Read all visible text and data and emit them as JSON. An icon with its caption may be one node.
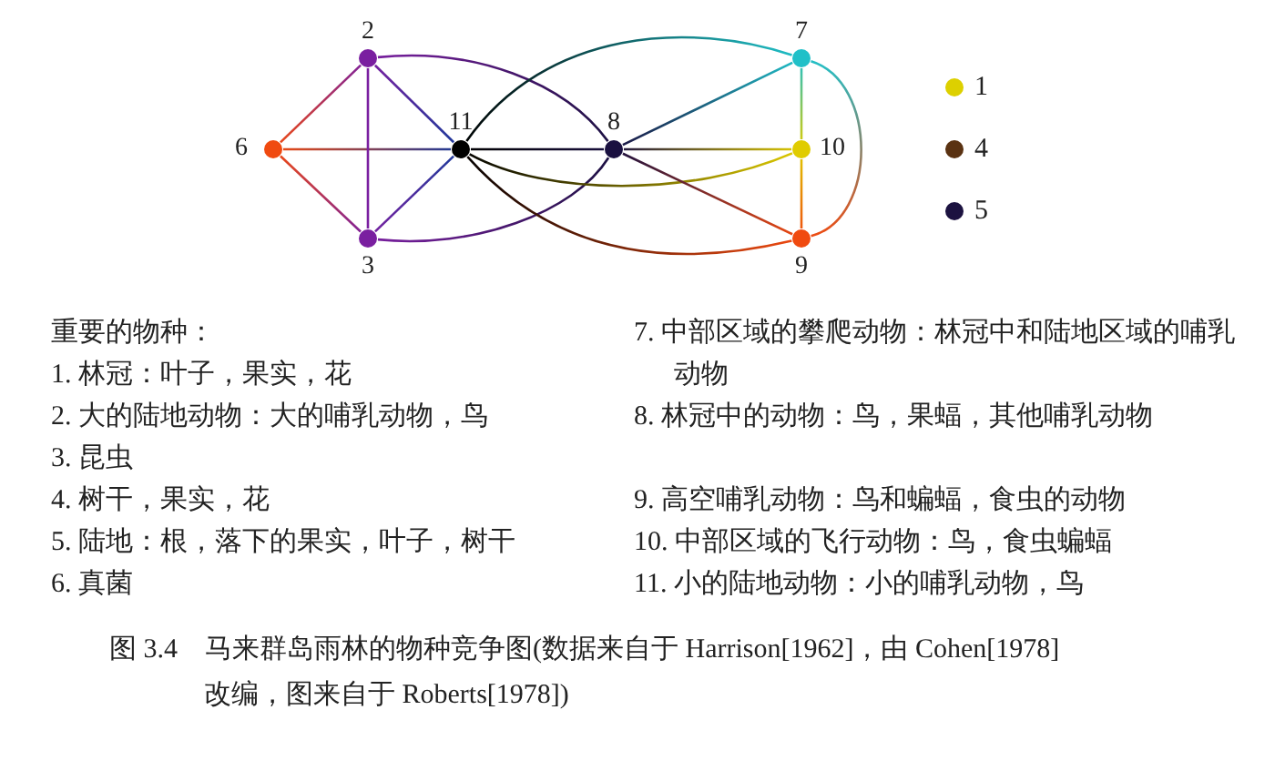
{
  "diagram": {
    "caption": "图 3.4　马来群岛雨林的物种竞争图(数据来自于 Harrison[1962]，由 Cohen[1978]改编，图来自于 Roberts[1978])",
    "nodes": [
      {
        "text": [],
        "shape": "circle",
        "beside": [
          "6"
        ]
      },
      {
        "text": [],
        "shape": "circle",
        "beside": [
          "2"
        ]
      },
      {
        "text": [],
        "shape": "circle",
        "beside": [
          "3"
        ]
      },
      {
        "text": [],
        "shape": "circle",
        "beside": [
          "11"
        ]
      },
      {
        "text": [],
        "shape": "circle",
        "beside": [
          "8"
        ]
      },
      {
        "text": [],
        "shape": "circle",
        "beside": [
          "7"
        ]
      },
      {
        "text": [],
        "shape": "circle",
        "beside": [
          "10"
        ]
      },
      {
        "text": [],
        "shape": "circle",
        "beside": [
          "9"
        ]
      }
    ],
    "edges": [
      {
        "from": 0,
        "to": 1,
        "arrow": "none"
      },
      {
        "from": 0,
        "to": 2,
        "arrow": "none"
      },
      {
        "from": 0,
        "to": 3,
        "arrow": "none"
      },
      {
        "from": 1,
        "to": 2,
        "arrow": "none"
      },
      {
        "from": 1,
        "to": 3,
        "arrow": "none"
      },
      {
        "from": 2,
        "to": 3,
        "arrow": "none"
      },
      {
        "from": 1,
        "to": 4,
        "arrow": "none"
      },
      {
        "from": 2,
        "to": 4,
        "arrow": "none"
      },
      {
        "from": 3,
        "to": 4,
        "arrow": "none"
      },
      {
        "from": 3,
        "to": 5,
        "arrow": "none"
      },
      {
        "from": 3,
        "to": 6,
        "arrow": "none"
      },
      {
        "from": 3,
        "to": 7,
        "arrow": "none"
      },
      {
        "from": 4,
        "to": 5,
        "arrow": "none"
      },
      {
        "from": 4,
        "to": 6,
        "arrow": "none"
      },
      {
        "from": 4,
        "to": 7,
        "arrow": "none"
      },
      {
        "from": 5,
        "to": 6,
        "arrow": "none"
      },
      {
        "from": 6,
        "to": 7,
        "arrow": "none"
      },
      {
        "from": 5,
        "to": 7,
        "arrow": "none"
      }
    ],
    "labels": [
      "重要的物种：",
      "1. 林冠：叶子，果实，花",
      "2. 大的陆地动物：大的哺乳动物，鸟",
      "3. 昆虫",
      "4. 树干，果实，花",
      "5. 陆地：根，落下的果实，叶子，树干",
      "6. 真菌",
      "7. 中部区域的攀爬动物：林冠中和陆地区域的哺乳动物",
      "8. 林冠中的动物：鸟，果蝠，其他哺乳动物",
      "9. 高空哺乳动物：鸟和蝙蝠，食虫的动物",
      "10. 中部区域的飞行动物：鸟，食虫蝙蝠",
      "11. 小的陆地动物：小的哺乳动物，鸟"
    ],
    "legend": [
      {
        "text": "1",
        "color": "#ddd000"
      },
      {
        "text": "4",
        "color": "#5a3212"
      },
      {
        "text": "5",
        "color": "#1c1240"
      }
    ]
  }
}
